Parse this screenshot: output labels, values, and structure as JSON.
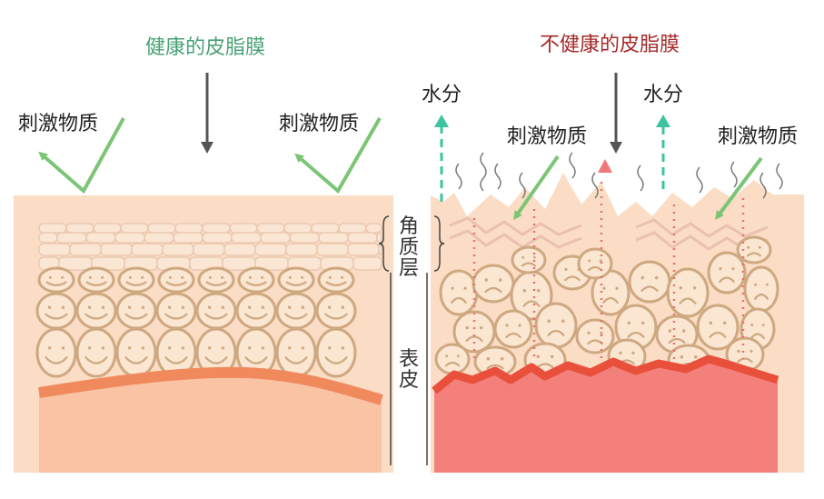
{
  "healthy": {
    "title": "健康的皮脂膜",
    "irritant_left": "刺激物质",
    "irritant_right": "刺激物质"
  },
  "unhealthy": {
    "title": "不健康的皮脂膜",
    "water_left": "水分",
    "water_right": "水分",
    "irritant_mid": "刺激物质",
    "irritant_right": "刺激物质"
  },
  "layers": {
    "stratum_corneum": "角质层",
    "epidermis": "表皮"
  },
  "colors": {
    "healthy_title": "#4aa176",
    "unhealthy_title": "#a52a2a",
    "green_arrow": "#7cc576",
    "water_arrow": "#3cc4a0",
    "gray_arrow": "#555555",
    "skin_bg": "#fbdcc4",
    "cell_outline": "#cda880",
    "healthy_dermis_line": "#f08a5d",
    "healthy_dermis_fill": "#f9c3a4",
    "unhealthy_dermis_line": "#e8503c",
    "unhealthy_dermis_fill": "#f4807c",
    "red_marker": "#f07878"
  }
}
